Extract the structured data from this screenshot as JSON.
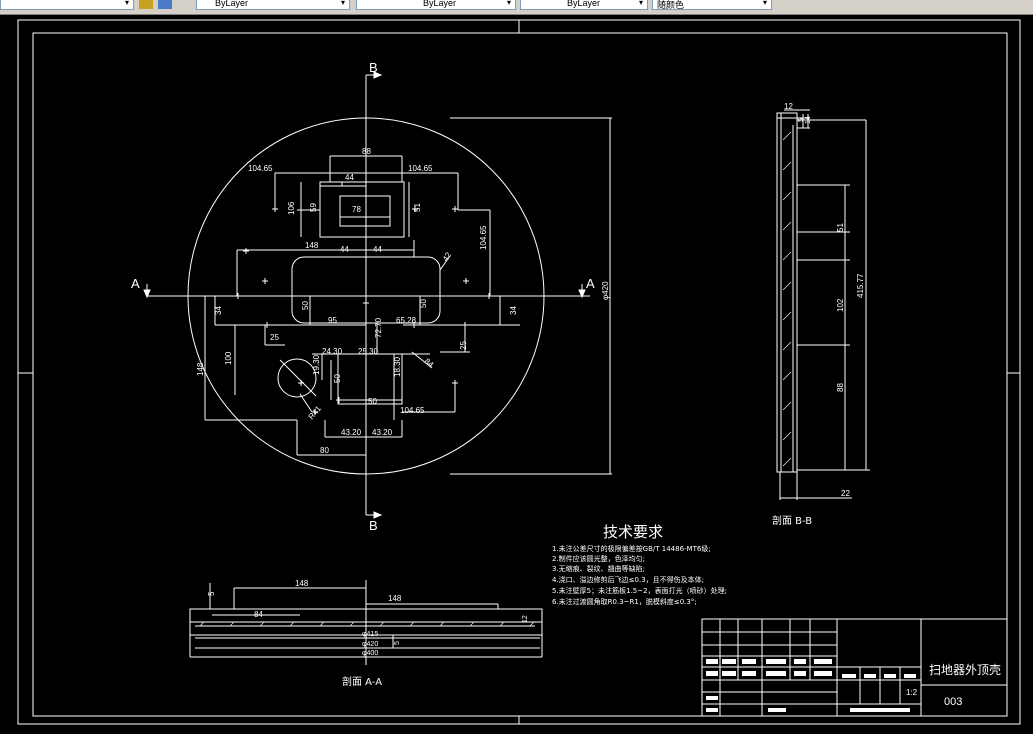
{
  "toolbar": {
    "linetype": "ByLayer",
    "lineweight": "ByLayer",
    "plotstyle": "ByLayer",
    "color_combo": "随颜色"
  },
  "title_block": {
    "part_name": "扫地器外顶壳",
    "drawing_no": "003",
    "scale": "1:2"
  },
  "tech": {
    "heading": "技术要求",
    "notes": [
      "1.未注公差尺寸的极限偏差按GB/T 14486-MT6级;",
      "2.制件应该圆光整，色泽均匀;",
      "3.无缩痕、裂纹、翘曲等缺陷;",
      "4.浇口、溢边修剪后飞边≤0.3，且不得伤及本体;",
      "5.未注壁厚5；未注筋板1.5~2，表面打光（喷砂）处理;",
      "6.未注过渡圆角取R0.3~R1，脱模斜度≤0.3°;"
    ]
  },
  "views": {
    "section_aa": "剖面 A-A",
    "section_bb": "剖面 B-B",
    "mark_a": "A",
    "mark_b": "B"
  },
  "dims": {
    "d88": "88",
    "d10465a": "104.65",
    "d10465b": "104.65",
    "d10465c": "104.65",
    "d10465d": "104.65",
    "d44a": "44",
    "d44b": "44",
    "d44c": "44",
    "d78": "78",
    "d59": "59",
    "d51": "51",
    "d106": "106",
    "d148": "148",
    "r42": "42",
    "d420": "φ420",
    "d50a": "50",
    "d50b": "50",
    "d50c": "50",
    "d50d": "50",
    "d34a": "34",
    "d34b": "34",
    "d95": "95",
    "d7270": "72.70",
    "d6528": "65.28",
    "d100": "100",
    "d25a": "25",
    "d25b": "25",
    "d148v": "148",
    "d2430": "24.30",
    "d2530": "25.30",
    "d1930": "19.30",
    "d1830": "18.30",
    "d84": "84",
    "d4320a": "43.20",
    "d4320b": "43.20",
    "d80": "80",
    "r41": "R41",
    "s12": "12",
    "s5": "5",
    "s14": "14",
    "s51": "51",
    "s102": "102",
    "s88": "88",
    "s41577": "415.77",
    "s22": "22",
    "aa148a": "148",
    "aa148b": "148",
    "aa5": "5",
    "aa84": "84",
    "aa415": "φ415",
    "aa420": "φ420",
    "aa400": "φ400",
    "aa12": "12",
    "aa5b": "5"
  }
}
